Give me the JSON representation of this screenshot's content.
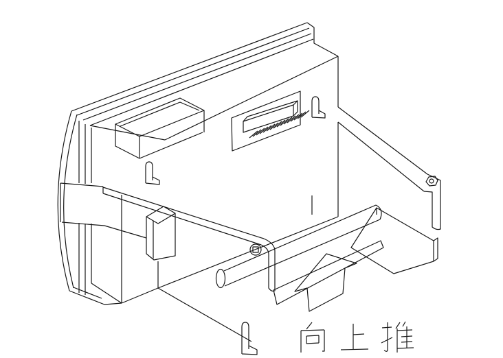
{
  "figure": {
    "type": "isometric-technical-line-drawing",
    "subject": "panel meter housing with slide-on mounting bracket",
    "annotation": {
      "label": "向上推"
    },
    "colors": {
      "line": "#161616",
      "background": "#ffffff"
    }
  }
}
